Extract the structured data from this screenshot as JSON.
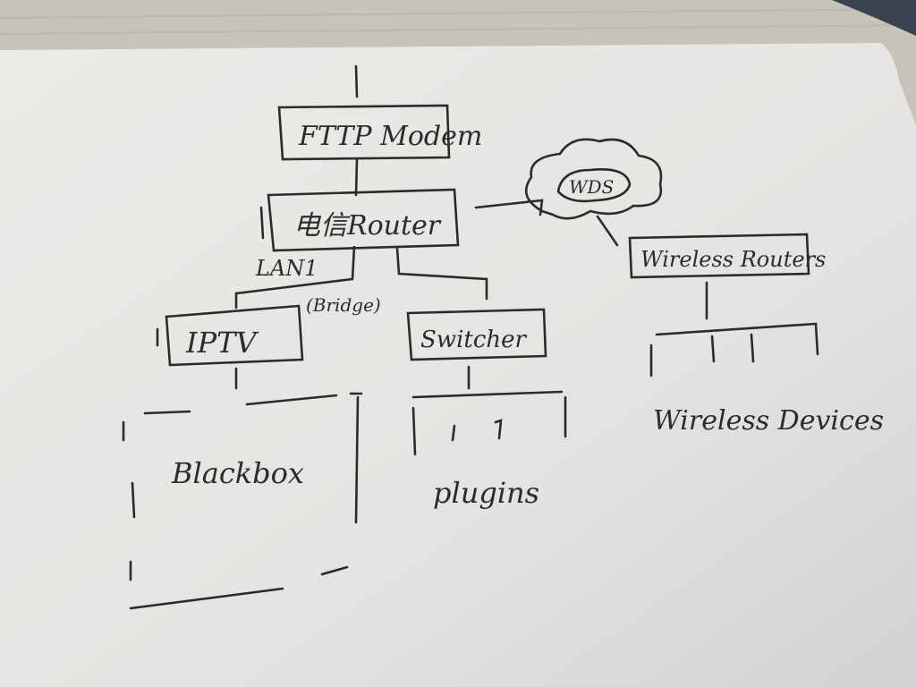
{
  "nodes": {
    "modem": "FTTP Modem",
    "router": "电信Router",
    "wds": "WDS",
    "wireless_router": "Wireless Routers",
    "iptv": "IPTV",
    "switcher": "Switcher"
  },
  "labels": {
    "lan": "LAN1",
    "bridge": "(Bridge)",
    "blackbox": "Blackbox",
    "plugins": "plugins",
    "wireless_devices": "Wireless Devices"
  },
  "colors": {
    "ink": "#2b2b2b",
    "paper": "#e6e6e3",
    "table": "#c9c6bf"
  }
}
